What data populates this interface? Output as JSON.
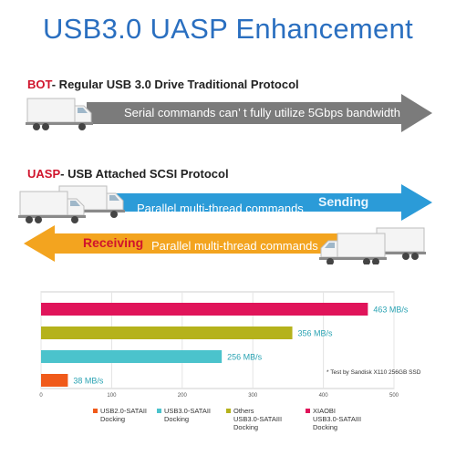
{
  "title": "USB3.0 UASP Enhancement",
  "bot": {
    "tag": "BOT",
    "label": "- Regular USB 3.0 Drive Traditional Protocol",
    "arrow_text": "Serial commands can’ t fully utilize 5Gbps bandwidth"
  },
  "uasp": {
    "tag": "UASP",
    "label": "- USB Attached SCSI Protocol",
    "sending_label": "Sending",
    "sending_text": "Parallel multi-thread commands",
    "receiving_label": "Receiving",
    "receiving_text": "Parallel multi-thread commands"
  },
  "colors": {
    "title": "#2a6fc0",
    "tag": "#d0142c",
    "gray_arrow": "#7b7b7b",
    "blue_arrow": "#2b9bd8",
    "orange_arrow": "#f3a41f",
    "value_label": "#2aa3b3"
  },
  "chart_data": {
    "type": "bar",
    "orientation": "horizontal",
    "xlim": [
      0,
      500
    ],
    "xticks": [
      "0",
      "100",
      "200",
      "300",
      "400",
      "500"
    ],
    "grid": true,
    "note": "* Test by Sandisk X110 256GB SSD",
    "bars": [
      {
        "value": 463,
        "label": "463 MB/s",
        "color": "#e0145a"
      },
      {
        "value": 356,
        "label": "356 MB/s",
        "color": "#b5b21c"
      },
      {
        "value": 256,
        "label": "256 MB/s",
        "color": "#4bc3cc"
      },
      {
        "value": 38,
        "label": "38 MB/s",
        "color": "#f05a1a"
      }
    ],
    "legend": [
      {
        "line1": "USB2.0-SATAII",
        "line2": "Docking",
        "line3": "",
        "color": "#f05a1a"
      },
      {
        "line1": "USB3.0-SATAII",
        "line2": "Docking",
        "line3": "",
        "color": "#4bc3cc"
      },
      {
        "line1": "Others",
        "line2": "USB3.0-SATAIII",
        "line3": "Docking",
        "color": "#b5b21c"
      },
      {
        "line1": "XIAOBI",
        "line2": "USB3.0-SATAIII",
        "line3": "Docking",
        "color": "#e0145a"
      }
    ]
  }
}
